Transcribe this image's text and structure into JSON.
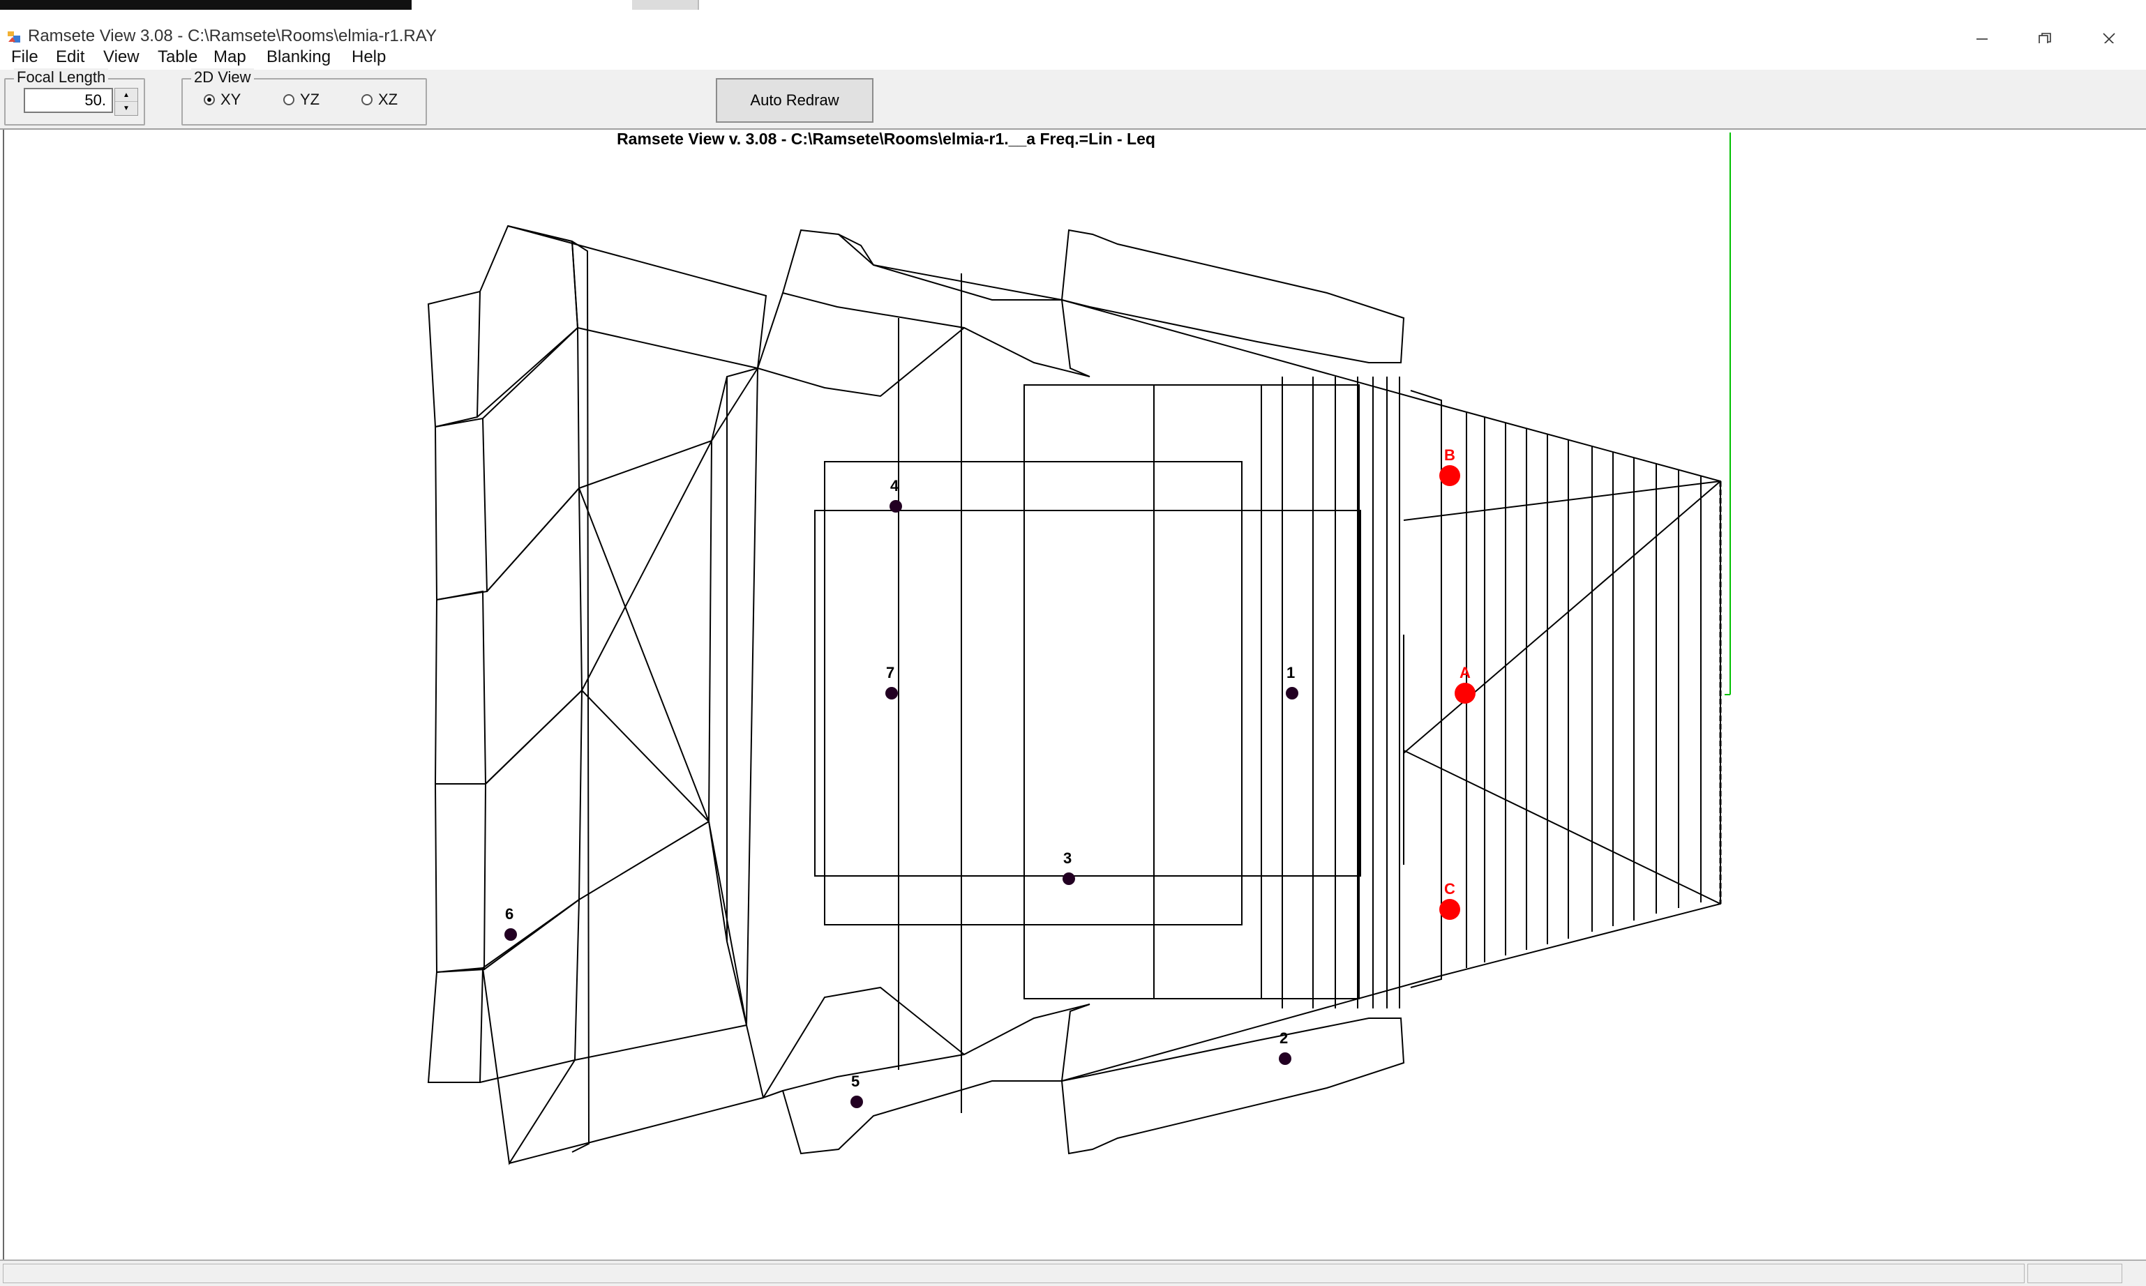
{
  "window": {
    "title": "Ramsete View 3.08 - C:\\Ramsete\\Rooms\\elmia-r1.RAY",
    "controls": [
      "minimize-icon",
      "restore-icon",
      "close-icon"
    ]
  },
  "menu": [
    "File",
    "Edit",
    "View",
    "Table",
    "Map",
    "Blanking",
    "Help"
  ],
  "toolbar": {
    "focal_length_label": "Focal Length",
    "focal_length_value": "50.",
    "view2d_label": "2D View",
    "view_options": [
      {
        "label": "XY",
        "selected": true
      },
      {
        "label": "YZ",
        "selected": false
      },
      {
        "label": "XZ",
        "selected": false
      }
    ],
    "auto_redraw_label": "Auto Redraw"
  },
  "plot": {
    "title": "Ramsete View v. 3.08 - C:\\Ramsete\\Rooms\\elmia-r1.__a Freq.=Lin - Leq",
    "receivers": [
      "1",
      "2",
      "3",
      "4",
      "5",
      "6",
      "7"
    ],
    "sources": [
      "A",
      "B",
      "C"
    ],
    "colors": {
      "source": "#ff0000",
      "receiver": "#220022",
      "wireframe": "#000000",
      "guide": "#00c000"
    }
  }
}
